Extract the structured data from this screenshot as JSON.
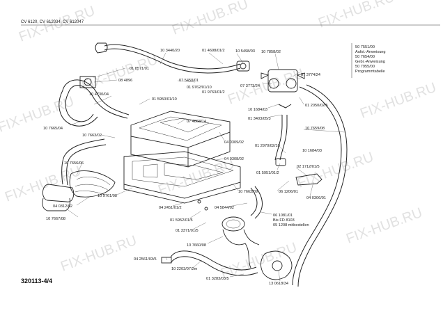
{
  "header": {
    "models": "CV 6120, CV 612034, CV 612047",
    "document_number": "320113-4/4"
  },
  "watermark": {
    "text": "FIX-HUB.RU"
  },
  "notes_box": {
    "lines": [
      "50 7551/00",
      "Aufst.-Anweisung",
      "50 7654/00",
      "Gebr.-Anweisung",
      "50 7955/00",
      "Programmtabelle"
    ]
  },
  "part_labels": [
    "10 3440/20",
    "01 4698/01/2",
    "10 5498/03",
    "10 7858/02",
    "01 8571/01",
    "08 4896",
    "07 5450/01",
    "01 9762/01/10",
    "01 9763/01/2",
    "07 3774/24",
    "07 3773/24",
    "10 4730/04",
    "01 5950/01/10",
    "10 1684/03",
    "01 3403/05/3",
    "01 2050/02/5",
    "07 4868/14",
    "10 7665/04",
    "10 7663/02",
    "10 7659/08",
    "04 0309/02",
    "10 7656/06",
    "01 2970/02/10",
    "10 1684/03",
    "04 0308/02",
    "02 1712/01/5",
    "10 9761/08",
    "01 5951/01/2",
    "06 1206/01",
    "04 0306/01",
    "04 0312/02",
    "10 7662/09",
    "04 2451/01/2",
    "04 5844/02",
    "06 1081/01",
    "Bis FD 8103",
    "05 1208 mitbestellen",
    "10 7667/08",
    "01 5952/01/5",
    "01 3371/01/5",
    "10 7660/08",
    "04 2561/03/5",
    "10 2203/07/2m",
    "01 3283/03/5",
    "13 0618/34"
  ]
}
